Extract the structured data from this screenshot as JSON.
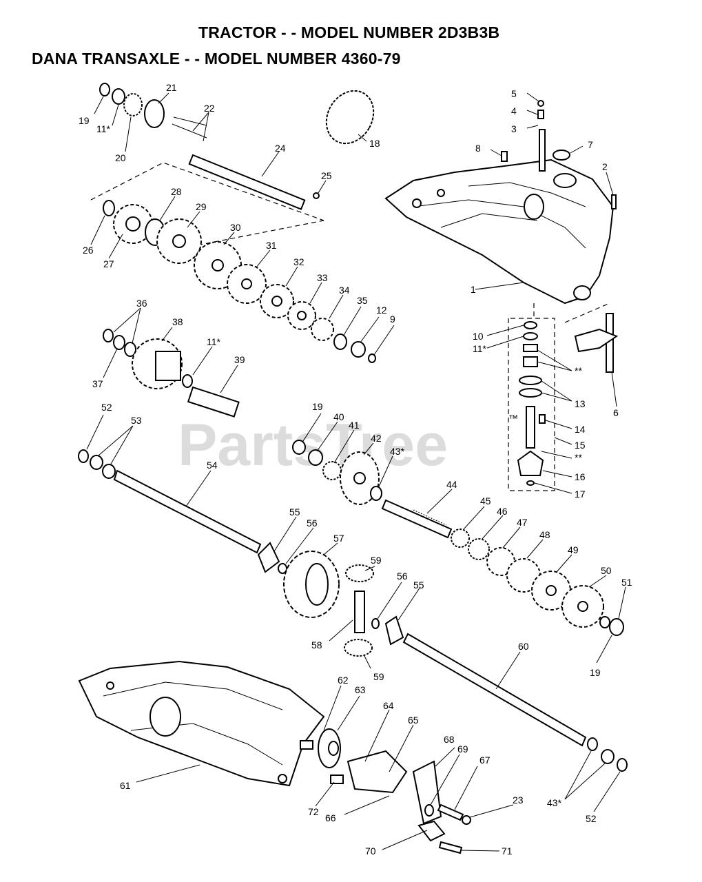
{
  "header": {
    "title_line1": "TRACTOR - - MODEL NUMBER 2D3B3B",
    "title_line2": "DANA TRANSAXLE - - MODEL NUMBER 4360-79"
  },
  "watermark": {
    "text": "PartsTree",
    "mark": "™"
  },
  "callouts": {
    "c1": "1",
    "c2": "2",
    "c3": "3",
    "c4": "4",
    "c5": "5",
    "c6": "6",
    "c7": "7",
    "c8": "8",
    "c9": "9",
    "c10": "10",
    "c11a": "11*",
    "c11b": "11*",
    "c11c": "11*",
    "c12": "12",
    "c13": "13",
    "c14": "14",
    "c15": "15",
    "c15dots": "**",
    "c16": "16",
    "c17": "17",
    "c18": "18",
    "c19a": "19",
    "c19b": "19",
    "c19c": "19",
    "c20": "20",
    "c21": "21",
    "c22": "22",
    "c23": "23",
    "c24": "24",
    "c25": "25",
    "c26": "26",
    "c27": "27",
    "c28": "28",
    "c29": "29",
    "c30": "30",
    "c31": "31",
    "c32": "32",
    "c33": "33",
    "c34": "34",
    "c35": "35",
    "c36": "36",
    "c37": "37",
    "c38": "38",
    "c39": "39",
    "c40": "40",
    "c41": "41",
    "c42": "42",
    "c43a": "43*",
    "c43b": "43*",
    "c44": "44",
    "c45": "45",
    "c46": "46",
    "c47": "47",
    "c48": "48",
    "c49": "49",
    "c50": "50",
    "c51": "51",
    "c52a": "52",
    "c52b": "52",
    "c53": "53",
    "c54": "54",
    "c55a": "55",
    "c55b": "55",
    "c56a": "56",
    "c56b": "56",
    "c57": "57",
    "c58": "58",
    "c59a": "59",
    "c59b": "59",
    "c60": "60",
    "c61": "61",
    "c62": "62",
    "c63": "63",
    "c64": "64",
    "c65": "65",
    "c66": "66",
    "c67": "67",
    "c68": "68",
    "c69": "69",
    "c70": "70",
    "c71": "71",
    "c72": "72",
    "cdots": "**"
  }
}
